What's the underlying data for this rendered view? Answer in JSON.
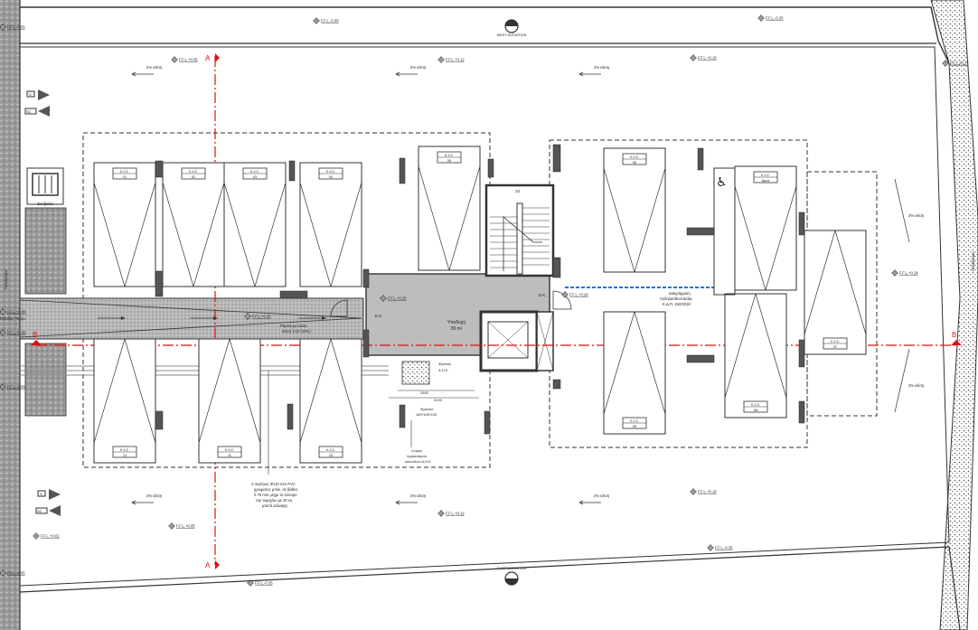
{
  "elevations": {
    "top_left": "F.F.L.-0.35",
    "top_right": "F.F.L.-0.35",
    "row1_a": "F.F.L.+0.05",
    "row1_b": "F.F.L.+0.12",
    "row1_c": "F.F.L.+0.18",
    "right_top": "F.F.L.+0.27",
    "left_mid": "F.F.L.+0.05",
    "left_low": "F.F.L.+0.05",
    "ramp": "F.F.L.+0.25",
    "lobby": "F.F.L.+0.25",
    "entry": "F.F.L.+0.24",
    "right_mid": "F.F.L.+0.24",
    "row2_c": "F.F.L.+0.18",
    "row2_b": "F.F.L.+0.12",
    "row2_a": "F.F.L.+0.05",
    "left_bottom": "F.F.L.+0.01",
    "bottom_left": "F.F.L.-0.35",
    "bottom_right": "F.F.L.-0.35",
    "far_left_top": "F.F.L.-0.05",
    "far_left_mid": "F.F.L.-0.08",
    "far_left_bot": "F.F.L.-0.05"
  },
  "slopes": {
    "label": "2% κλίση"
  },
  "elevation_markers": {
    "west": "WEST ELEVATION",
    "east": "EAST ELEVATION"
  },
  "section_labels": {
    "a": "A",
    "b": "B"
  },
  "parking": {
    "prefix": "K.X.Σ.",
    "top_row": [
      "01",
      "02",
      "03",
      "04"
    ],
    "middle_top": "05",
    "right_top": "06",
    "accessible": "Αμεα",
    "right_side": "07",
    "right_bottom_a": "09",
    "right_bottom_b": "08",
    "bottom_row": [
      "12",
      "11",
      "10"
    ]
  },
  "lobby": {
    "name": "Υποδοχή",
    "area": "39 m²",
    "ek_left": "E.K.",
    "ek_right": "E.K."
  },
  "labels": {
    "bin_store": "Σκύβαλα",
    "entrance_left": "Είσοδος Πεζών",
    "ramp_note_1": "Ράμπα με κλίση",
    "ramp_note_2": "κλίση 1:10 (10%)",
    "elevator_1": "Φρεάτιο",
    "elevator_2": "Α.Η.Κ.",
    "stairs_top": "10",
    "dim_1": "2500",
    "dim_2": "3100",
    "pit_1": "Φρεάτιο",
    "pit_2": "150*100*100",
    "cable_1": "Χώρος",
    "cable_2": "τερματισμού",
    "cable_3": "καλωδίων Α.Η.Κ",
    "pipe_1": "2 σωλήνες Φ110 mm PVC",
    "pipe_2": "χρώματος μπλε, σε βάθος",
    "pipe_3": "0.75 mm μέχρι το σύνορο",
    "pipe_4": "του τεμαχίου με 20 εκ.",
    "pipe_5": "μπετό κάλυψης",
    "boundary_1": "Διαγράμμιση",
    "boundary_2": "ποδηλασθοστασίας",
    "boundary_3": "Κ.Δ.Π. 262/2018",
    "road_right": "Πεζοδρόμιο",
    "road_left": "Πεζοδρόμιο"
  },
  "legend": {
    "s_top": "S",
    "sc_top": "SC",
    "s_bot": "S",
    "sc_bot": "SC"
  }
}
